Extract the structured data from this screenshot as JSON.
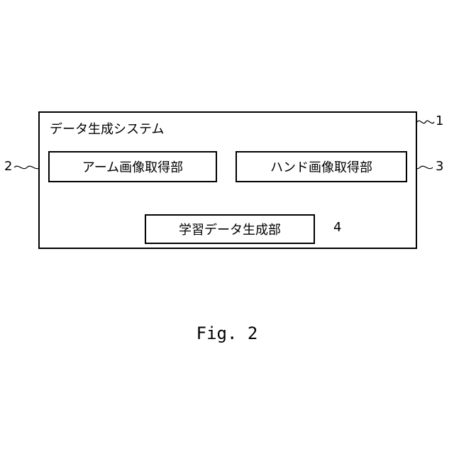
{
  "system": {
    "title": "データ生成システム",
    "ref": "1"
  },
  "blocks": {
    "arm": {
      "label": "アーム画像取得部",
      "ref": "2"
    },
    "hand": {
      "label": "ハンド画像取得部",
      "ref": "3"
    },
    "learning": {
      "label": "学習データ生成部",
      "ref": "4"
    }
  },
  "caption": "Fig. 2"
}
